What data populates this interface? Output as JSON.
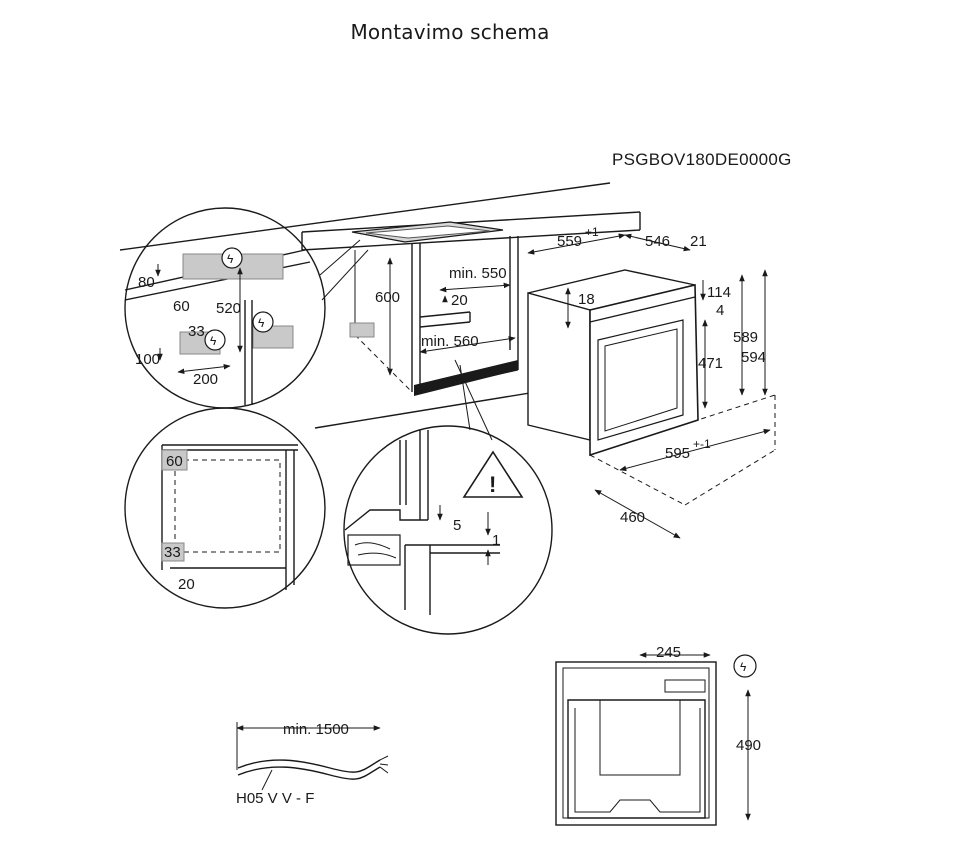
{
  "title": "Montavimo schema",
  "model": "PSGBOV180DE0000G",
  "cabinet": {
    "depth_min": "min. 550",
    "height": "600",
    "gap": "20",
    "width_min": "min. 560"
  },
  "oven": {
    "depth_total": "559",
    "depth_total_tol": "+1",
    "depth_body": "546",
    "front_thickness": "21",
    "top_clearance": "18",
    "front_top": "114",
    "front_gap": "4",
    "body_height": "589",
    "front_height": "594",
    "door_height": "471",
    "width": "595",
    "width_tol": "+-1",
    "depth_bottom": "460"
  },
  "detail_top_left": {
    "d80": "80",
    "d60": "60",
    "d520": "520",
    "d33": "33",
    "d100": "100",
    "d200": "200"
  },
  "detail_bottom_left": {
    "d60": "60",
    "d33": "33",
    "d20": "20"
  },
  "detail_center": {
    "d5": "5",
    "d1": "1"
  },
  "back_view": {
    "d245": "245",
    "d490": "490"
  },
  "cable": {
    "length": "min. 1500",
    "type": "H05 V V - F"
  }
}
